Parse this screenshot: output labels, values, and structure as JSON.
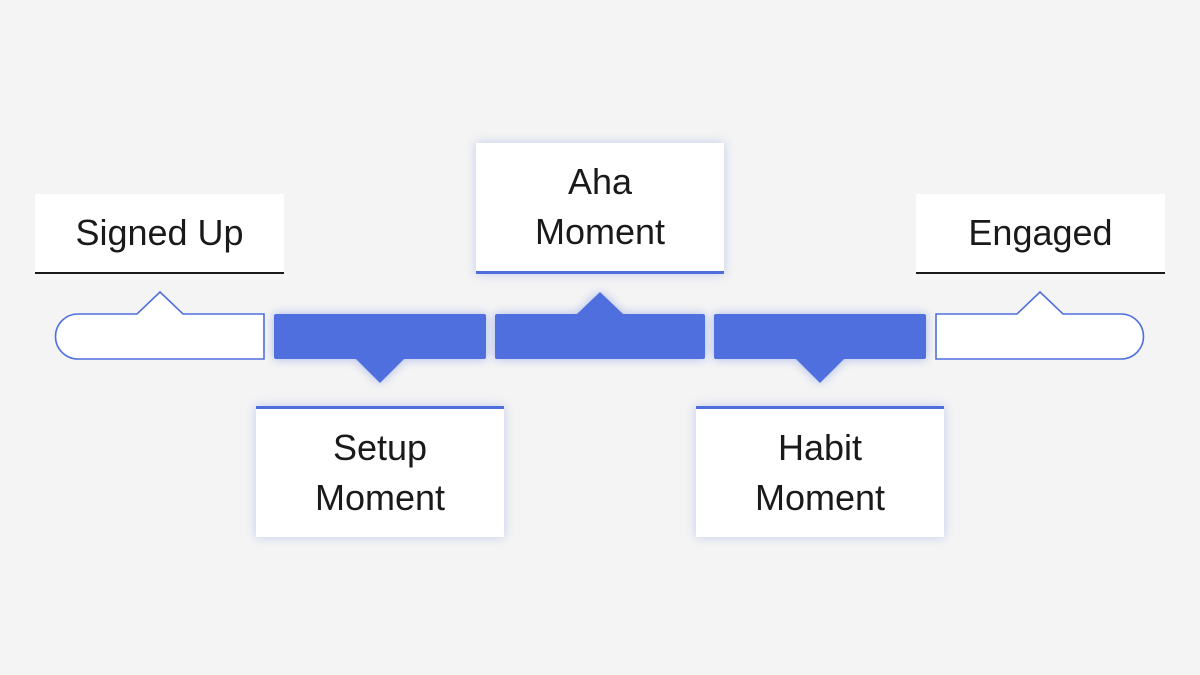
{
  "stages": [
    {
      "id": "signed-up",
      "label": "Signed Up"
    },
    {
      "id": "setup-moment",
      "label": "Setup\nMoment"
    },
    {
      "id": "aha-moment",
      "label": "Aha\nMoment"
    },
    {
      "id": "habit-moment",
      "label": "Habit\nMoment"
    },
    {
      "id": "engaged",
      "label": "Engaged"
    }
  ],
  "colors": {
    "accent": "#4f6fdf",
    "background": "#f4f4f4",
    "card": "#ffffff",
    "text": "#1a1a1a"
  }
}
